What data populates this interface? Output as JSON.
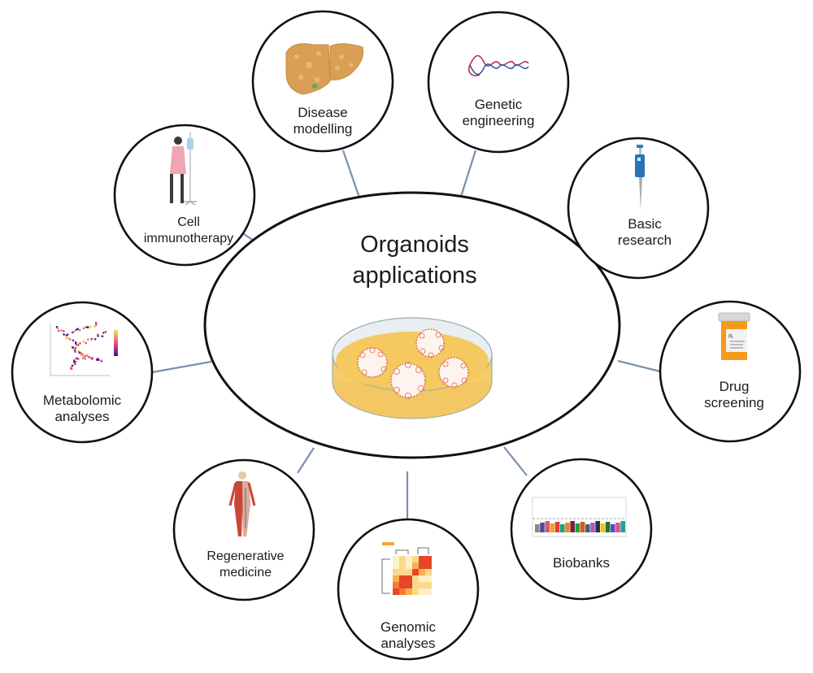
{
  "diagram": {
    "center": {
      "title_line1": "Organoids",
      "title_line2": "applications",
      "icon": "petri-dish-with-organoids"
    },
    "connector_color": "#7b8fae",
    "nodes": [
      {
        "id": "disease-modelling",
        "line1": "Disease",
        "line2": "modelling",
        "icon": "liver-icon"
      },
      {
        "id": "genetic-engineering",
        "line1": "Genetic",
        "line2": "engineering",
        "icon": "dna-icon"
      },
      {
        "id": "basic-research",
        "line1": "Basic",
        "line2": "research",
        "icon": "pipette-icon"
      },
      {
        "id": "drug-screening",
        "line1": "Drug",
        "line2": "screening",
        "icon": "pill-bottle-icon"
      },
      {
        "id": "biobanks",
        "line1": "Biobanks",
        "line2": "",
        "icon": "manhattan-plot-icon"
      },
      {
        "id": "genomic-analyses",
        "line1": "Genomic",
        "line2": "analyses",
        "icon": "heatmap-icon"
      },
      {
        "id": "regenerative-medicine",
        "line1": "Regenerative",
        "line2": "medicine",
        "icon": "human-anatomy-icon"
      },
      {
        "id": "metabolomic-analyses",
        "line1": "Metabolomic",
        "line2": "analyses",
        "icon": "trajectory-plot-icon"
      },
      {
        "id": "cell-immunotherapy",
        "line1": "Cell",
        "line2": "immunotherapy",
        "icon": "patient-iv-icon"
      }
    ]
  }
}
